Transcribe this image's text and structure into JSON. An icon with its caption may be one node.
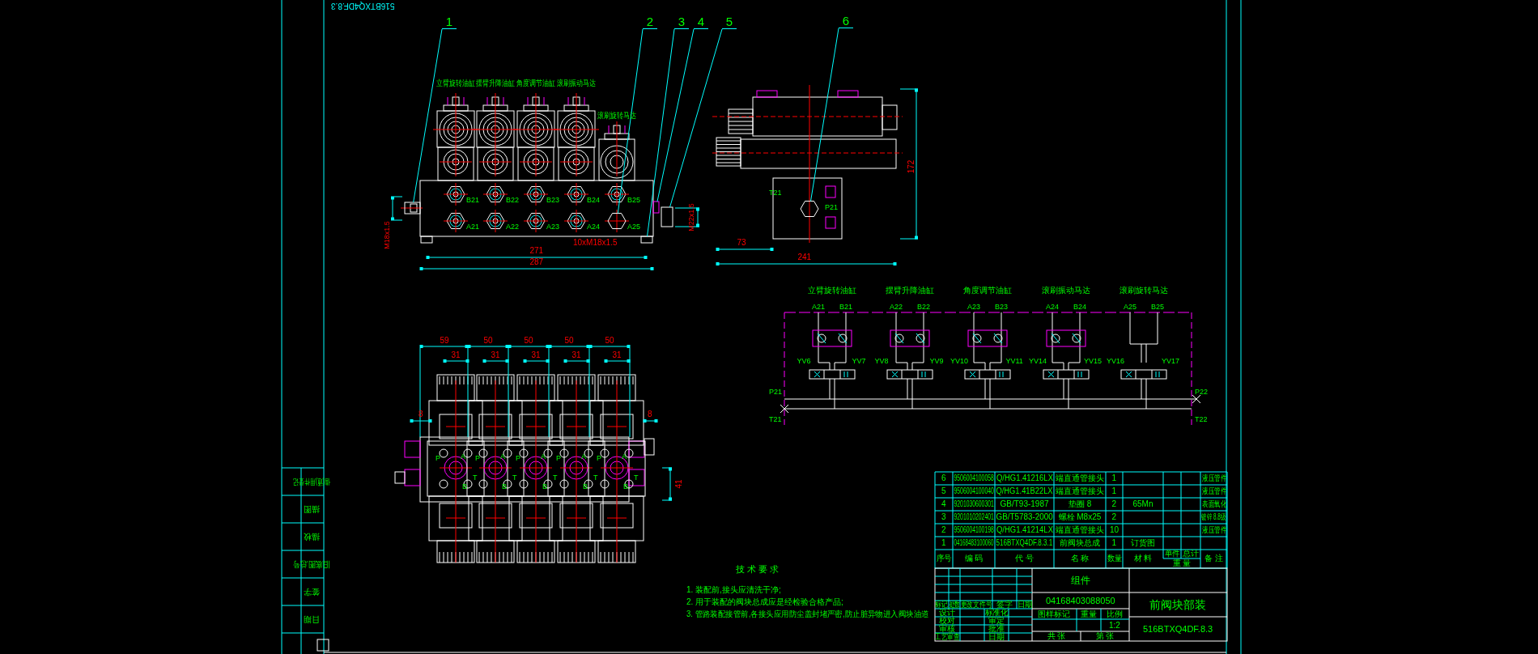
{
  "diagram": {
    "nodes": [
      {
        "text": [
          "1"
        ]
      },
      {
        "text": [
          "2"
        ]
      },
      {
        "text": [
          "3"
        ]
      },
      {
        "text": [
          "4"
        ]
      },
      {
        "text": [
          "5"
        ]
      },
      {
        "text": [
          "6"
        ]
      },
      {
        "text": [],
        "shape": "box"
      },
      {
        "text": [],
        "shape": "hexagon"
      },
      {
        "text": [],
        "shape": "box"
      },
      {
        "text": [],
        "shape": "box"
      },
      {
        "text": [],
        "shape": "box"
      },
      {
        "text": [],
        "shape": "hexagon"
      }
    ],
    "edges": [
      {
        "from": 0,
        "to": 6,
        "arrow": "none"
      },
      {
        "from": 1,
        "to": 7,
        "arrow": "none"
      },
      {
        "from": 2,
        "to": 8,
        "arrow": "none"
      },
      {
        "from": 3,
        "to": 9,
        "arrow": "none"
      },
      {
        "from": 4,
        "to": 10,
        "arrow": "none"
      },
      {
        "from": 5,
        "to": 11,
        "arrow": "none"
      }
    ],
    "labels": [
      "516BTXQ4DF.8.3",
      "立臂旋转油缸",
      "摆臂升降油缸",
      "角度调节油缸",
      "滚刷振动马达",
      "滚刷旋转马达",
      "B21",
      "B22",
      "B23",
      "B24",
      "B25",
      "A21",
      "A22",
      "A23",
      "A24",
      "A25",
      "M18x1.5",
      "M22x1.5",
      "10xM18x1.5",
      "271",
      "287",
      "T21",
      "P21",
      "73",
      "241",
      "172",
      "59",
      "50",
      "50",
      "50",
      "50",
      "31",
      "31",
      "31",
      "31",
      "31",
      "8",
      "8",
      "41",
      "P",
      "A",
      "T",
      "B",
      "P",
      "A",
      "T",
      "B",
      "P",
      "A",
      "T",
      "B",
      "P",
      "A",
      "T",
      "B",
      "P",
      "A",
      "T",
      "B",
      "立臂旋转油缸",
      "摆臂升降油缸",
      "角度调节油缸",
      "滚刷振动马达",
      "滚刷旋转马达",
      "A21",
      "B21",
      "A22",
      "B22",
      "A23",
      "B23",
      "A24",
      "B24",
      "A25",
      "B25",
      "YV6",
      "YV7",
      "YV8",
      "YV9",
      "YV10",
      "YV11",
      "YV14",
      "YV15",
      "YV16",
      "YV17",
      "P21",
      "P22",
      "T21",
      "T22",
      "技 术 要 求",
      "1. 装配前,接头应清洗干净;",
      "2. 用于装配的阀块总成应是经检验合格产品;",
      "3. 管路装配接管前,各接头应用防尘盖封堵严密,防止脏异物进入阀块油道",
      "6",
      "9506004100058",
      "Q/HG1.41216LX",
      "端直通管接头",
      "1",
      "液压管件",
      "5",
      "9506004100040",
      "Q/HG1.41B22LX",
      "端直通管接头",
      "1",
      "液压管件",
      "4",
      "9201030600301",
      "GB/T93-1987",
      "垫圈 8",
      "2",
      "65Mn",
      "表面氧化",
      "3",
      "9201010202401",
      "GB/T5783-2000",
      "螺栓 M8x25",
      "2",
      "镀锌 8.8级",
      "2",
      "9506004100198",
      "Q/HG1.41214LX",
      "端直通管接头",
      "10",
      "液压管件",
      "1",
      "04168483100060",
      "516BTXQ4DF.8.3.1",
      "前阀块总成",
      "1",
      "订货图",
      "序号",
      "编 码",
      "代 号",
      "名 称",
      "数量",
      "材 料",
      "单件",
      "总计",
      "重 量",
      "备 注",
      "组件",
      "04168403088050",
      "前阀块部装",
      "516BTXQ4DF.8.3",
      "标记",
      "处数",
      "更改文件号",
      "签字",
      "日期",
      "设计",
      "标准化",
      "校对",
      "审定",
      "审核",
      "批准",
      "工艺审查",
      "日期",
      "图样标记",
      "重量",
      "比例",
      "1:2",
      "共 张",
      "第 张",
      "借(通)用件登记",
      "描图",
      "描校",
      "旧底图总号",
      "签字",
      "日期"
    ]
  }
}
